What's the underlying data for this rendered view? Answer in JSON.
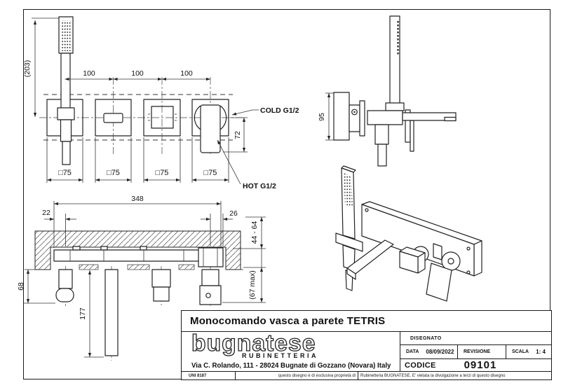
{
  "drawing": {
    "front": {
      "dim203": "(203)",
      "d100": [
        "100",
        "100",
        "100"
      ],
      "sq75": [
        "□75",
        "□75",
        "□75",
        "□75"
      ],
      "d72": "72",
      "cold": "COLD G1/2",
      "hot": "HOT G1/2"
    },
    "side": {
      "d95": "95"
    },
    "section": {
      "d348": "348",
      "d22": "22",
      "d26": "26",
      "d4464": "44 - 64",
      "d67": "(67 max)",
      "d68": "68",
      "d177": "177"
    }
  },
  "titleblock": {
    "title": "Monocomando vasca a parete TETRIS",
    "logo": "bugnatese",
    "logo_sub": "RUBINETTERIA",
    "address": "Via C. Rolando, 111 - 28024 Bugnate di Gozzano (Novara) Italy",
    "disegnato": "DISEGNATO",
    "data_label": "DATA",
    "data_value": "08/09/2022",
    "revisione": "REVISIONE",
    "scala_label": "SCALA",
    "scala_value": "1: 4",
    "codice_label": "CODICE",
    "codice_value": "09101",
    "standard": "UNI 8187",
    "disclaimer_a": "questo disegno è di esclusiva proprietà di",
    "disclaimer_b": "Rubinetteria BUGNATESE. E' vietata la divulgazione a terzi di questo disegno"
  }
}
